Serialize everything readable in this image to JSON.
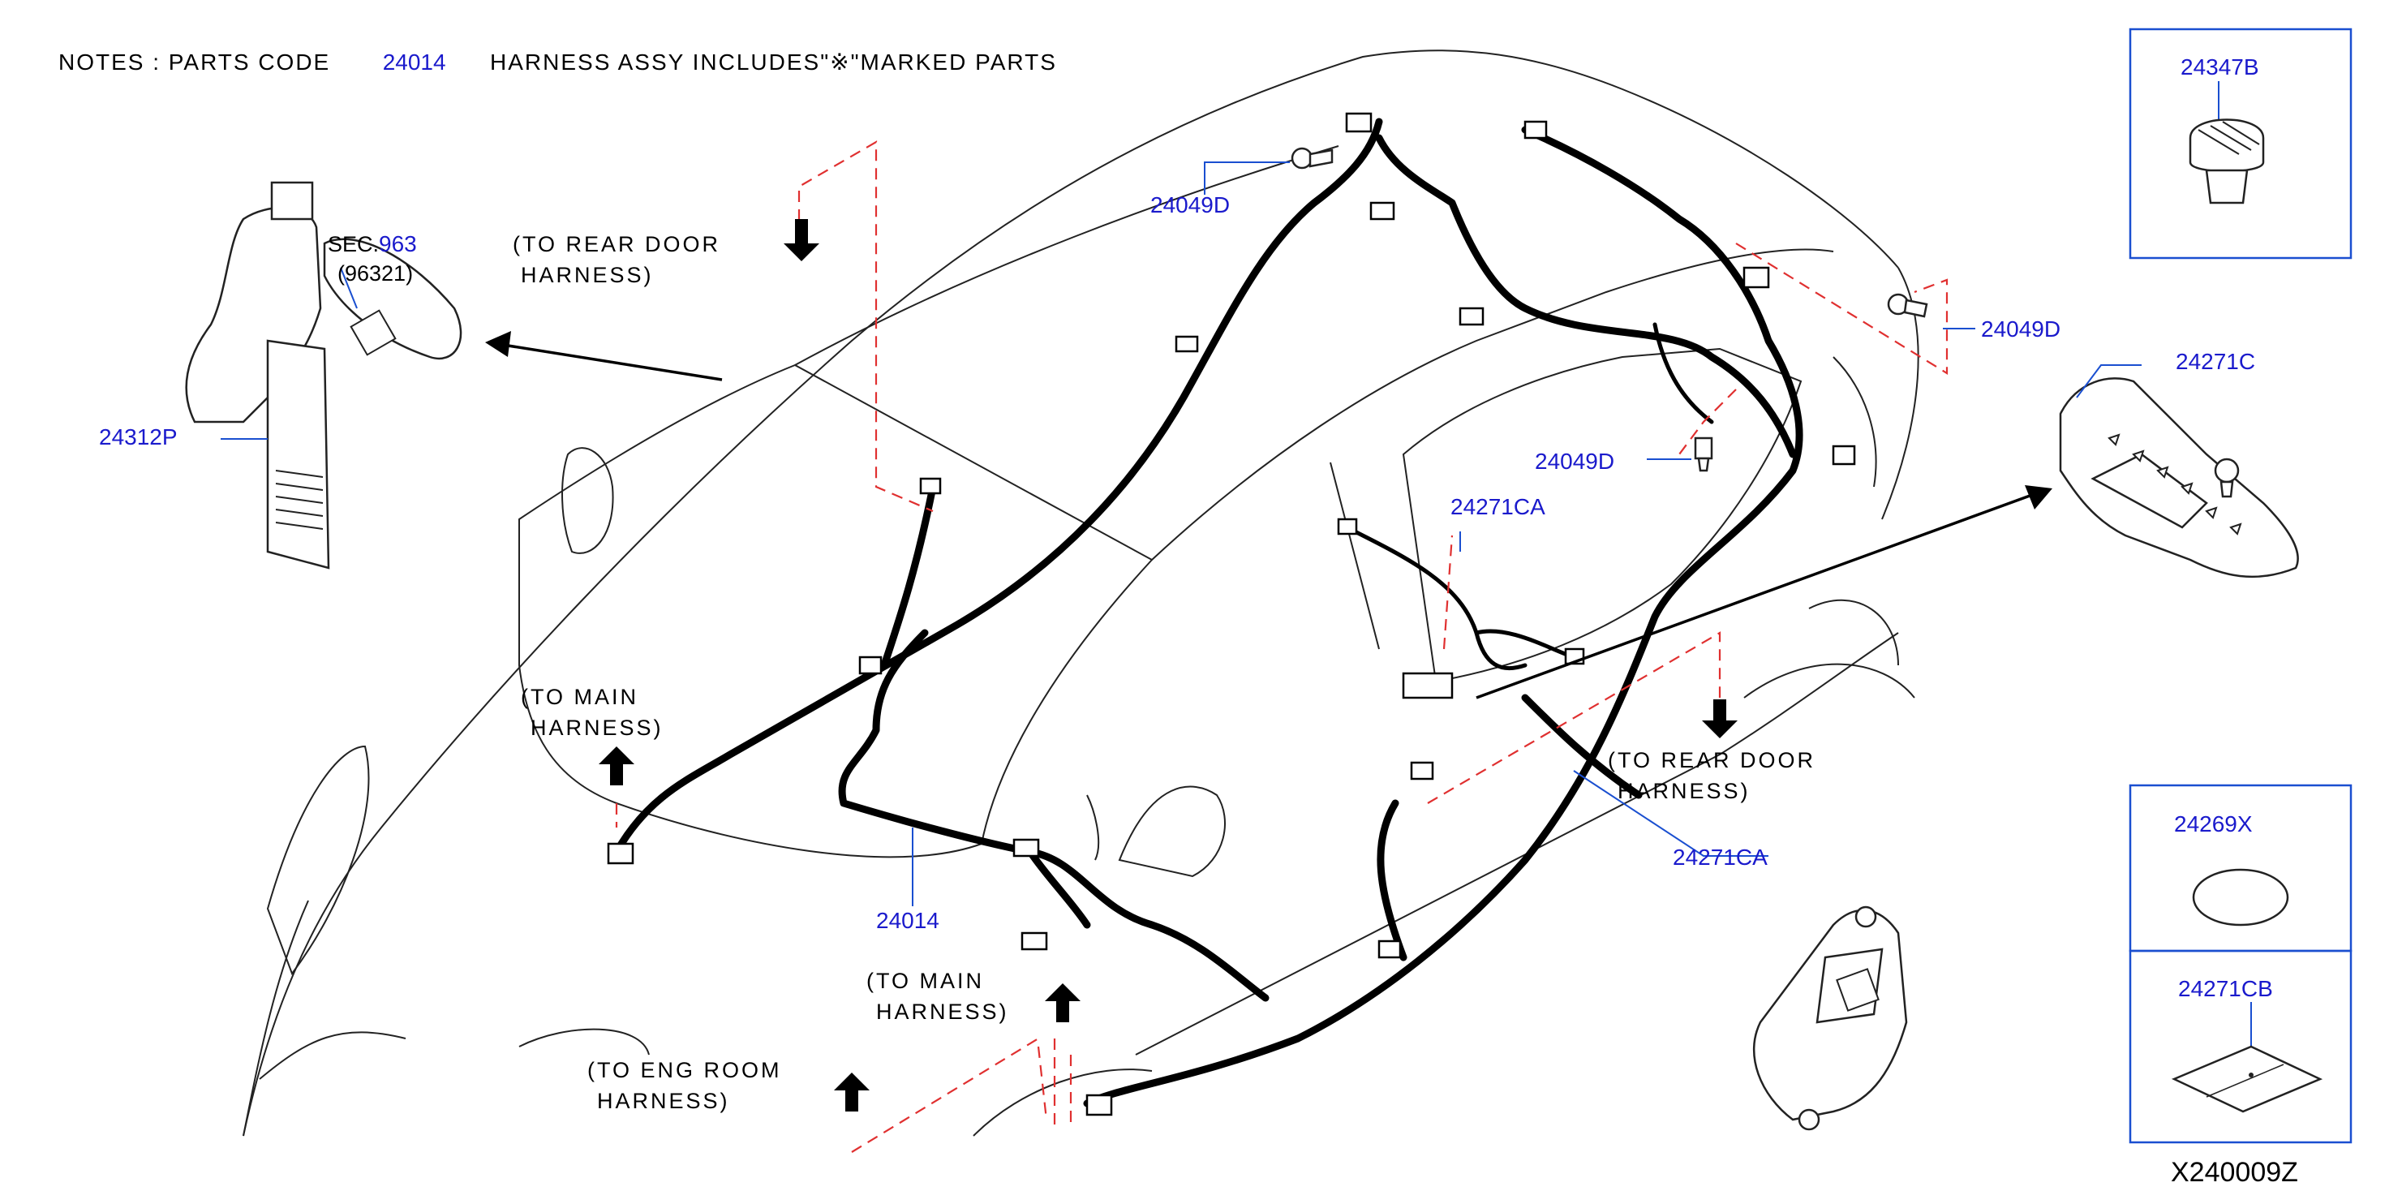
{
  "notes": {
    "prefix": "NOTES  :  PARTS  CODE",
    "code": "24014",
    "suffix": "HARNESS  ASSY  INCLUDES\"※\"MARKED  PARTS"
  },
  "callouts": {
    "sec_prefix": "SEC.",
    "sec_num": "963",
    "sec_sub": "(96321)",
    "p24312p": "24312P",
    "p24049d_top": "24049D",
    "p24049d_right": "24049D",
    "p24049d_mid": "24049D",
    "p24271ca_upper": "24271CA",
    "p24271ca_lower": "24271CA",
    "p24271c": "24271C",
    "p24014": "24014"
  },
  "directions": {
    "rear_door_1_line1": "(TO  REAR  DOOR",
    "rear_door_1_line2": "HARNESS)",
    "main_1_line1": "(TO  MAIN",
    "main_1_line2": "HARNESS)",
    "main_2_line1": "(TO  MAIN",
    "main_2_line2": "HARNESS)",
    "eng_room_line1": "(TO  ENG  ROOM",
    "eng_room_line2": "HARNESS)",
    "rear_door_2_line1": "(TO  REAR  DOOR",
    "rear_door_2_line2": "HARNESS)"
  },
  "boxes": {
    "box1": "24347B",
    "box2": "24269X",
    "box3": "24271CB"
  },
  "diagram_code": "X240009Z"
}
